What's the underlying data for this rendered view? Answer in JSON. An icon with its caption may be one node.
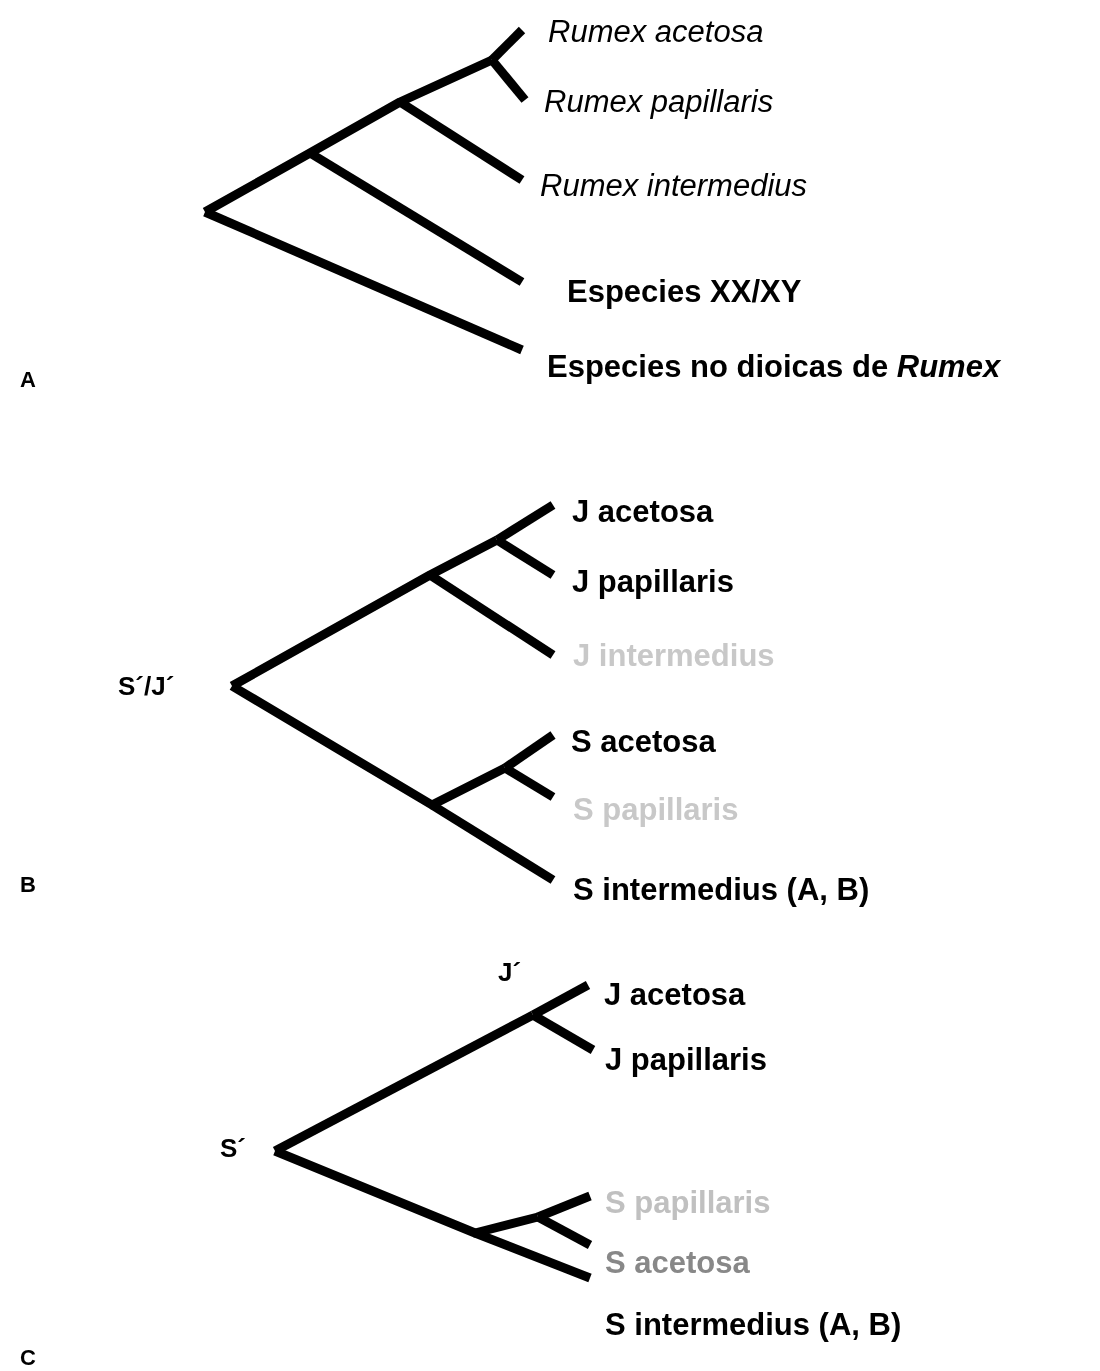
{
  "diagram": {
    "nodes": [
      {
        "text": [
          "Rumex acetosa"
        ]
      },
      {
        "text": [
          "Rumex papillaris"
        ]
      },
      {
        "text": [
          "Rumex intermedius"
        ]
      },
      {
        "text": [
          "Especies XX/XY"
        ]
      },
      {
        "text": [
          "Especies no dioicas de *Rumex*"
        ]
      },
      {
        "text": [
          "J acetosa"
        ]
      },
      {
        "text": [
          "J papillaris"
        ]
      },
      {
        "text": [
          "J intermedius"
        ]
      },
      {
        "text": [
          "S acetosa"
        ]
      },
      {
        "text": [
          "S papillaris"
        ]
      },
      {
        "text": [
          "S intermedius (A, B)"
        ]
      },
      {
        "text": [
          "J acetosa"
        ]
      },
      {
        "text": [
          "J papillaris"
        ]
      },
      {
        "text": [
          "S papillaris"
        ]
      },
      {
        "text": [
          "S acetosa"
        ]
      },
      {
        "text": [
          "S intermedius (A, B)"
        ]
      }
    ],
    "edges": [
      {
        "from": null,
        "to": 0,
        "arrow": "none"
      },
      {
        "from": null,
        "to": 1,
        "arrow": "none"
      },
      {
        "from": null,
        "to": 2,
        "arrow": "none"
      },
      {
        "from": null,
        "to": 3,
        "arrow": "none"
      },
      {
        "from": null,
        "to": 4,
        "arrow": "none"
      },
      {
        "from": null,
        "to": 5,
        "arrow": "none"
      },
      {
        "from": null,
        "to": 6,
        "arrow": "none"
      },
      {
        "from": null,
        "to": 7,
        "arrow": "none"
      },
      {
        "from": null,
        "to": 8,
        "arrow": "none"
      },
      {
        "from": null,
        "to": 9,
        "arrow": "none"
      },
      {
        "from": null,
        "to": 10,
        "arrow": "none"
      },
      {
        "from": null,
        "to": 11,
        "arrow": "none"
      },
      {
        "from": null,
        "to": 12,
        "arrow": "none"
      },
      {
        "from": null,
        "to": 13,
        "arrow": "none"
      },
      {
        "from": null,
        "to": 14,
        "arrow": "none"
      },
      {
        "from": null,
        "to": 15,
        "arrow": "none"
      }
    ],
    "labels": [
      "A",
      "S´/J´",
      "B",
      "J´",
      "S´",
      "C"
    ]
  }
}
